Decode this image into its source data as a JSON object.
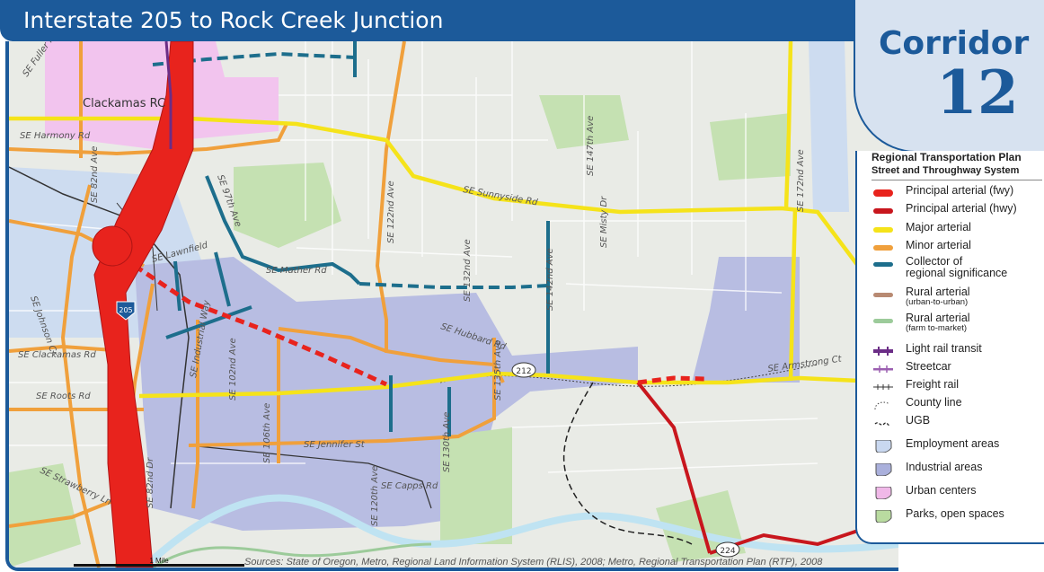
{
  "title": "Interstate 205 to Rock Creek Junction",
  "corridor": {
    "word": "Corridor",
    "number": "12"
  },
  "legend": {
    "heading": "Regional Transportation Plan",
    "subheading": "Street and Throughway System",
    "items": [
      {
        "label": "Principal arterial (fwy)",
        "sub": "",
        "symbol": "fwy-swatch",
        "color": "#e8231d"
      },
      {
        "label": "Principal arterial (hwy)",
        "sub": "",
        "symbol": "hwy-swatch",
        "color": "#c8161d"
      },
      {
        "label": "Major arterial",
        "sub": "",
        "symbol": "major-swatch",
        "color": "#f5e31a"
      },
      {
        "label": "Minor arterial",
        "sub": "",
        "symbol": "minor-swatch",
        "color": "#f0a03c"
      },
      {
        "label": "Collector of",
        "sub": "regional significance",
        "symbol": "collector-swatch",
        "color": "#1d6e8c"
      },
      {
        "label": "Rural arterial",
        "sub": "(urban-to-urban)",
        "symbol": "rural-urban-swatch",
        "color": "#b88a72"
      },
      {
        "label": "Rural arterial",
        "sub": "(farm to-market)",
        "symbol": "rural-farm-swatch",
        "color": "#9ccb9a"
      },
      {
        "label": "Light rail transit",
        "sub": "",
        "symbol": "light-rail-swatch",
        "color": "#6b2d86"
      },
      {
        "label": "Streetcar",
        "sub": "",
        "symbol": "streetcar-swatch",
        "color": "#9b5fb0"
      },
      {
        "label": "Freight rail",
        "sub": "",
        "symbol": "freight-rail-swatch",
        "color": "#333333"
      },
      {
        "label": "County line",
        "sub": "",
        "symbol": "county-line-swatch",
        "color": "#444444"
      },
      {
        "label": "UGB",
        "sub": "",
        "symbol": "ugb-swatch",
        "color": "#222222"
      },
      {
        "label": "Employment areas",
        "sub": "",
        "symbol": "employment-swatch",
        "color": "#c9d8f0"
      },
      {
        "label": "Industrial areas",
        "sub": "",
        "symbol": "industrial-swatch",
        "color": "#aab0dc"
      },
      {
        "label": "Urban centers",
        "sub": "",
        "symbol": "urban-swatch",
        "color": "#f0b8e8"
      },
      {
        "label": "Parks, open spaces",
        "sub": "",
        "symbol": "parks-swatch",
        "color": "#b9dba0"
      }
    ]
  },
  "places": {
    "clackamas_rc": "Clackamas RC"
  },
  "roads": {
    "harmony": "SE Harmony Rd",
    "sunnyside": "SE Sunnyside Rd",
    "mather": "SE Mather Rd",
    "lawnfield": "SE Lawnfield",
    "clackamas": "SE Clackamas Rd",
    "roots": "SE Roots Rd",
    "hubbard": "SE Hubbard Rd",
    "armstrong": "SE Armstrong Ct",
    "jennifer": "SE Jennifer St",
    "capps": "SE Capps Rd",
    "strawberry": "SE Strawberry Ln",
    "ave122": "SE 122nd Ave",
    "ave132": "SE 132nd Ave",
    "ave142": "SE 142nd Ave",
    "ave147": "SE 147th Ave",
    "ave172": "SE 172nd Ave",
    "misty": "SE Misty Dr",
    "ave82": "SE 82nd Ave",
    "ave82dr": "SE 82nd Dr",
    "ave97": "SE 97th Ave",
    "ave102": "SE 102nd Ave",
    "ave106": "SE 106th Ave",
    "ave120": "SE 120th Ave",
    "ave130": "SE 130th Ave",
    "ave135": "SE 135th Ave",
    "industrial": "SE Industrial Way",
    "johnson": "SE Johnson Cr",
    "fuller": "SE Fuller Rd"
  },
  "shields": {
    "i205": "205",
    "or212": "212",
    "or224": "224"
  },
  "scale_label": "1 Mile",
  "sources": "Sources: State of Oregon, Metro, Regional Land Information System (RLIS), 2008; Metro, Regional Transportation Plan (RTP), 2008"
}
